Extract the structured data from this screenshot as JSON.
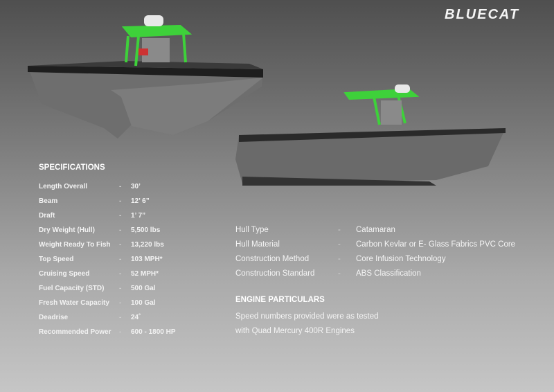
{
  "brand": "BLUECAT",
  "specifications": {
    "title": "SPECIFICATIONS",
    "rows": [
      {
        "label": "Length Overall",
        "value": "30’"
      },
      {
        "label": "Beam",
        "value": "12’ 6”"
      },
      {
        "label": "Draft",
        "value": "1’ 7”"
      },
      {
        "label": "Dry Weight (Hull)",
        "value": "5,500 lbs"
      },
      {
        "label": "Weight Ready To Fish",
        "value": "13,220 lbs"
      },
      {
        "label": "Top Speed",
        "value": "103 MPH*"
      },
      {
        "label": "Cruising Speed",
        "value": "52 MPH*"
      },
      {
        "label": "Fuel Capacity (STD)",
        "value": "500 Gal"
      },
      {
        "label": "Fresh Water Capacity",
        "value": "100 Gal"
      },
      {
        "label": "Deadrise",
        "value": "24˚"
      },
      {
        "label": "Recommended Power",
        "value": "600 - 1800 HP"
      }
    ]
  },
  "hull": {
    "rows": [
      {
        "label": "Hull Type",
        "value": "Catamaran"
      },
      {
        "label": "Hull Material",
        "value": "Carbon Kevlar or E- Glass Fabrics PVC Core"
      },
      {
        "label": "Construction Method",
        "value": "Core Infusion Technology"
      },
      {
        "label": "Construction Standard",
        "value": "ABS Classification"
      }
    ]
  },
  "engine": {
    "title": "ENGINE PARTICULARS",
    "line1": "Speed numbers provided were as tested",
    "line2": "with Quad Mercury 400R Engines"
  },
  "separator": "-",
  "colors": {
    "accent": "#3ed13a"
  }
}
